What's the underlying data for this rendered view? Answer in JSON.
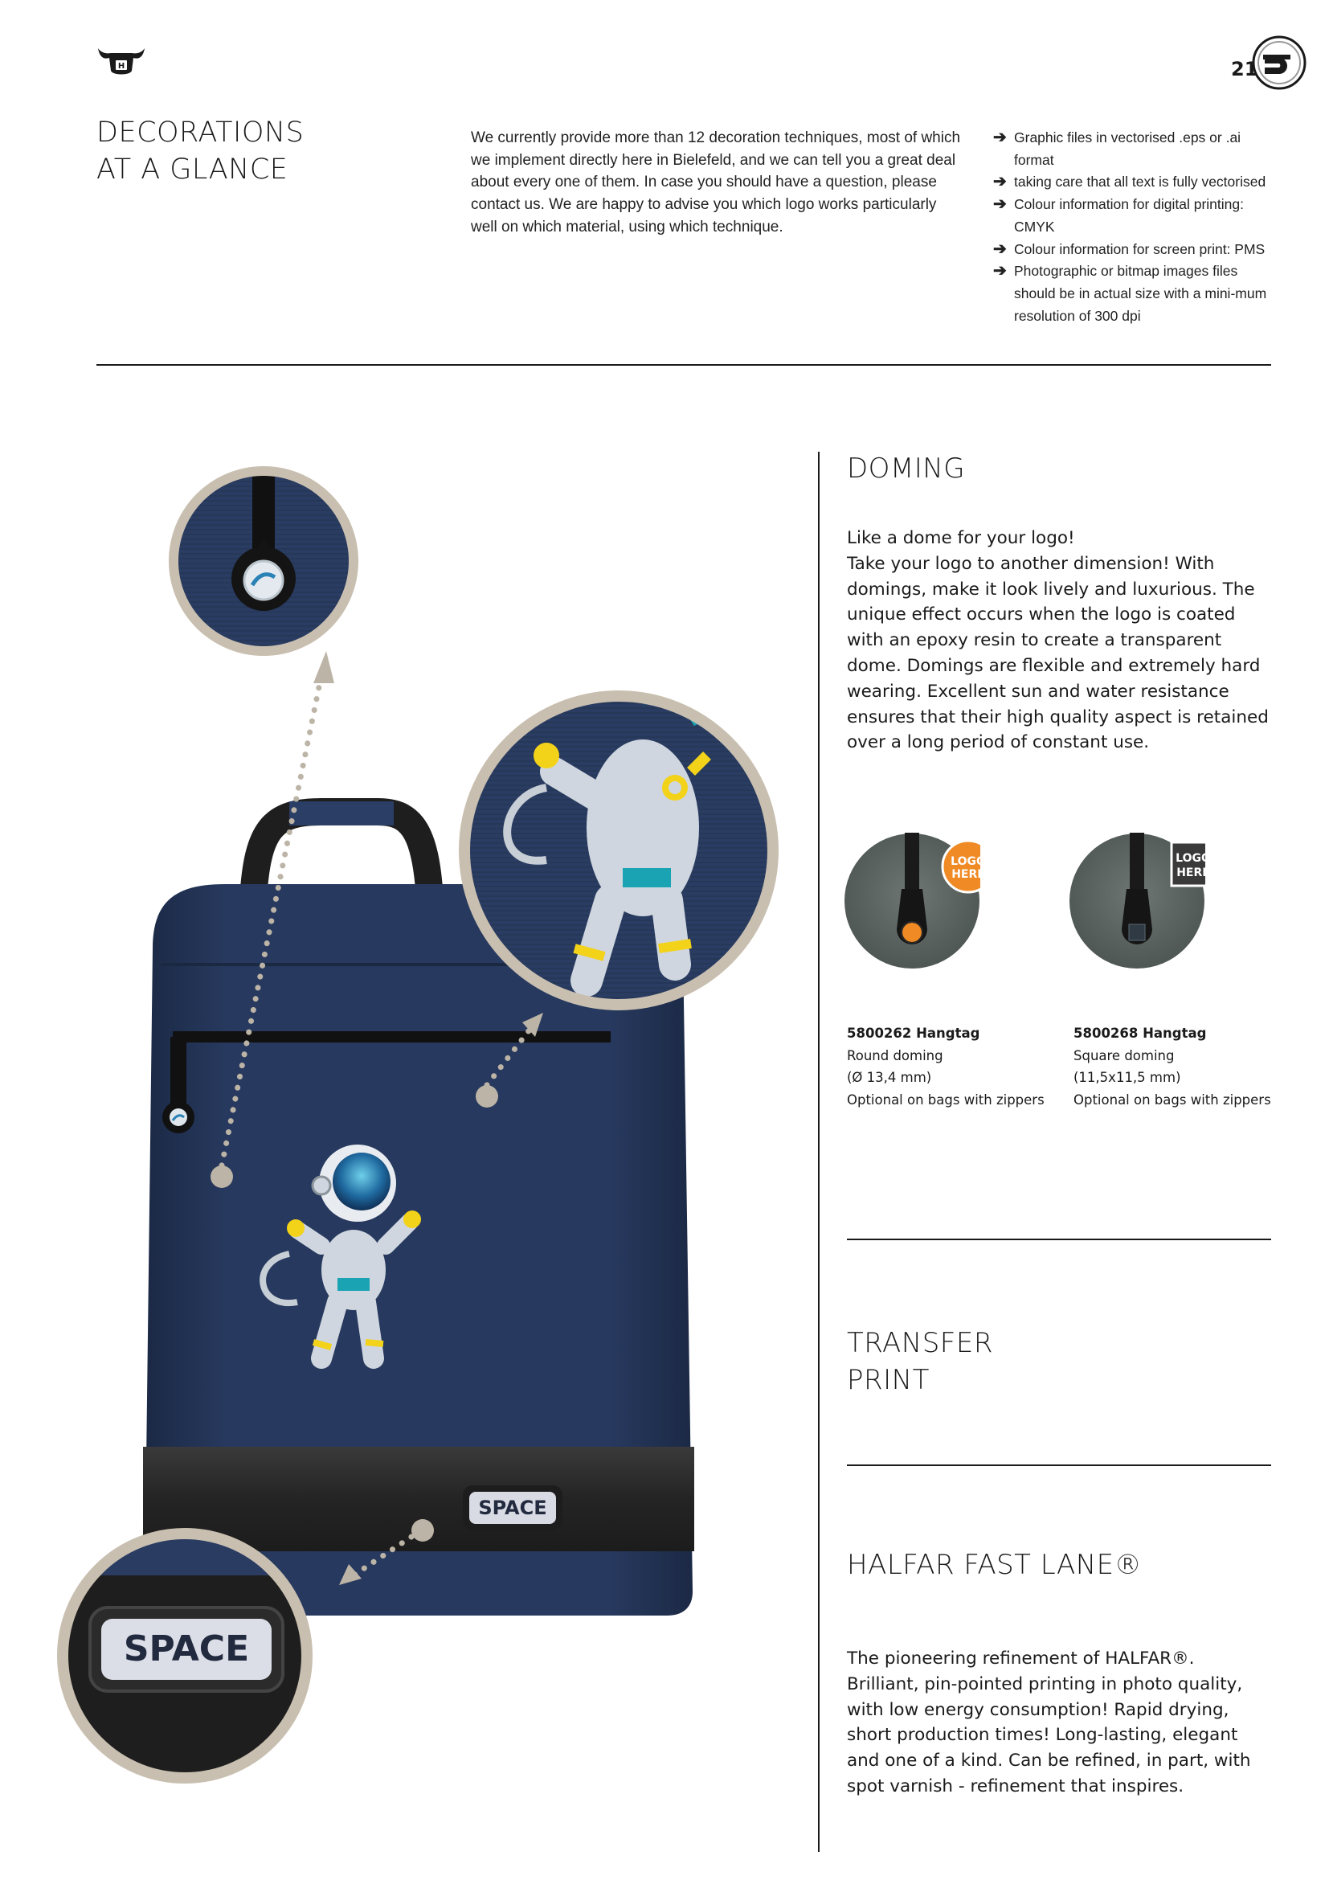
{
  "header": {
    "page_number": "215",
    "brand_icon": "bull-head-icon",
    "badge_icon": "gd-badge-icon"
  },
  "intro": {
    "title_lines": [
      "DECORATIONS",
      "AT A GLANCE"
    ],
    "text": "We currently provide more than 12 decoration techniques, most of which we implement directly here in Bielefeld, and we can tell you a great deal about every one of them. In case you should have a question, please contact us. We are happy to advise you which logo works particularly well on which material, using which technique.",
    "requirements": [
      "Graphic files in vectorised .eps or .ai format",
      "taking care that all text is fully vectorised",
      "Colour information for digital printing: CMYK",
      "Colour information for screen print: PMS",
      "Photographic or bitmap images files should be in actual size with a mini-mum resolution of 300 dpi"
    ],
    "bullet_glyph": "➔"
  },
  "doming": {
    "title": "DOMING",
    "body_lines": [
      "Like a dome for your logo!",
      "Take your logo to another dimension! With",
      "domings, make it look lively and luxurious. The",
      "unique effect occurs when the logo is coated",
      "with an epoxy resin to create a transparent",
      "dome. Domings are flexible and extremely hard",
      "wearing. Excellent sun and water resistance",
      "ensures that their high quality aspect is retained",
      "over a long period of constant use."
    ],
    "products": [
      {
        "number": "5800262 Hangtag",
        "type": "Round doming",
        "size": "(Ø 13,4 mm)",
        "note": "Optional on bags with zippers",
        "badge_lines": [
          "LOGO",
          "HERE"
        ],
        "badge_color": "#f08a24"
      },
      {
        "number": "5800268 Hangtag",
        "type": "Square doming",
        "size": "(11,5x11,5 mm)",
        "note": "Optional on bags with zippers",
        "badge_lines": [
          "LOGO",
          "HERE"
        ],
        "badge_color": "#3a3a3a"
      }
    ]
  },
  "transfer": {
    "title_lines": [
      "TRANSFER",
      "PRINT"
    ]
  },
  "fastlane": {
    "title": "HALFAR FAST LANE®",
    "body_lines": [
      "The pioneering refinement of HALFAR®.",
      "Brilliant, pin-pointed printing in photo quality,",
      "with low energy consumption! Rapid drying,",
      "short production times! Long-lasting, elegant",
      "and one of a kind. Can be refined, in part, with",
      "spot varnish - refinement that inspires."
    ]
  },
  "illustration": {
    "patch_text": "SPACE",
    "colors": {
      "bag": "#243659",
      "bag_dark": "#1b2945",
      "ring": "#c8bfb0",
      "dots": "#bcb4a6",
      "leather": "#2a2a2a",
      "accent_yellow": "#f3d21a",
      "accent_teal": "#1aa3b3"
    }
  }
}
